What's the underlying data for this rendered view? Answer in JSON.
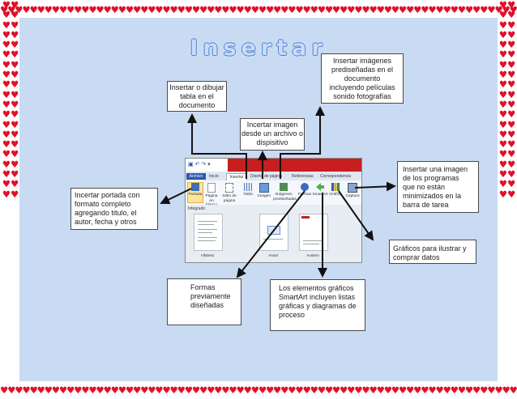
{
  "slide": {
    "title": "Insertar"
  },
  "callouts": {
    "insertar_tabla": "Insertar o dibujar tabla en el documento",
    "imagenes_prediseñadas": "Insertar imágenes prediseñadas en el documento incluyendo películas sonido fotografías",
    "incertar_imagen": "Incertar imagen desde un archivo o dispisitivo",
    "incertar_portada": "Incertar  portada con formato completo agregando titulo, el autor, fecha y otros",
    "insertar_captura": "Insertar una imagen de los programas que no están minimizados en la barra de tarea",
    "graficos": "Gráficos para ilustrar y comprar datos",
    "formas": "Formas previamente diseñadas",
    "smartart": "Los elementos gráficos SmartArt incluyen listas gráficas y diagramas de proceso"
  },
  "ribbon": {
    "tabs": [
      "Archivo",
      "Inicio",
      "Insertar",
      "Diseño de página",
      "Referencias",
      "Correspondencia"
    ],
    "active_tab": "Insertar",
    "commands": [
      "Portada",
      "Página en blanco",
      "Salto de página",
      "Tabla",
      "Imagen",
      "Imágenes prediseñadas",
      "Formas",
      "SmartArt",
      "Gráfico",
      "Captura"
    ],
    "gallery_label": "Integrado",
    "thumbnails": [
      "Alfabeto",
      "Anual",
      "Austero"
    ]
  },
  "colors": {
    "border_hearts": "#e01028",
    "panel": "#c9daf3",
    "title_outline": "#4f7ec0",
    "ribbon_accent": "#c81e1e"
  },
  "icons": {
    "border": "heart-icon"
  }
}
